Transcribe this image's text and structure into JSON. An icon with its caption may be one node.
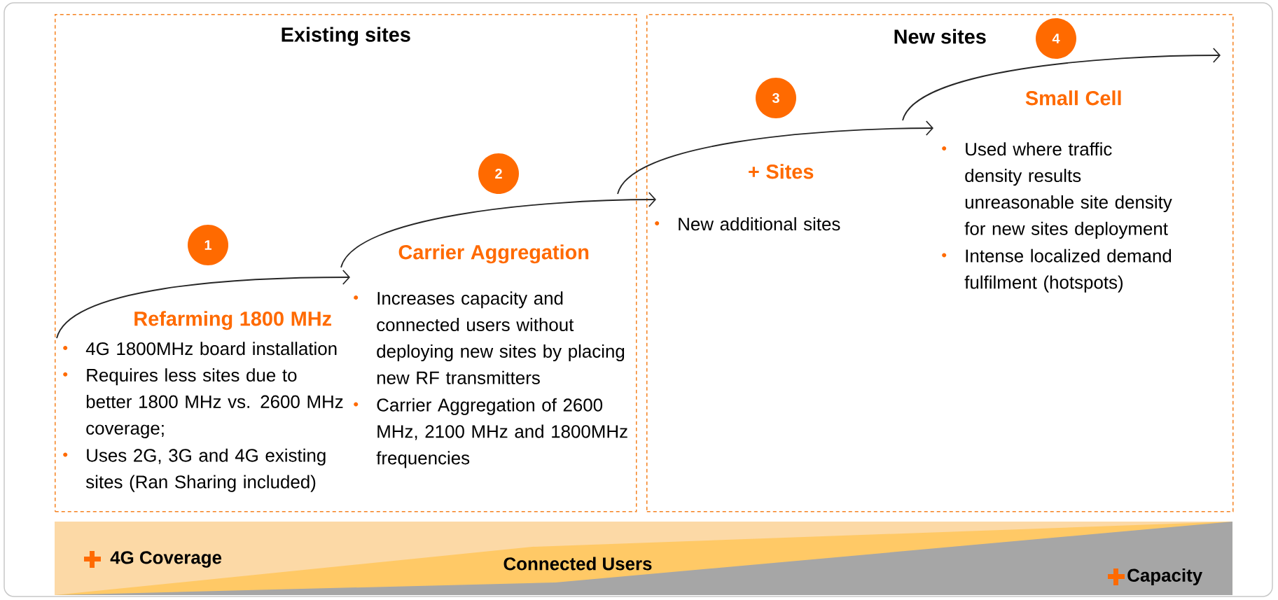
{
  "diagram": {
    "nodes": [
      {
        "text": [
          "Existing sites"
        ]
      },
      {
        "text": [
          "New sites"
        ]
      },
      {
        "text": [
          "1"
        ],
        "in": 0
      },
      {
        "text": [
          "Refarming 1800 MHz",
          "4G 1800MHz board installation",
          "Requires less sites due to better 1800 MHz vs. 2600 MHz coverage;",
          "Uses 2G, 3G and 4G existing sites (Ran Sharing included)"
        ],
        "in": 0
      },
      {
        "text": [
          "2"
        ],
        "in": 0
      },
      {
        "text": [
          "Carrier Aggregation",
          "Increases capacity and connected users without deploying new sites by placing new RF transmitters",
          "Carrier Aggregation of  2600 MHz, 2100 MHz and 1800MHz frequencies"
        ],
        "in": 0
      },
      {
        "text": [
          "3"
        ],
        "in": 1
      },
      {
        "text": [
          "+ Sites",
          "New additional sites"
        ],
        "in": 1
      },
      {
        "text": [
          "4"
        ],
        "in": 1
      },
      {
        "text": [
          "Small Cell",
          "Used where traffic density results unreasonable site density for new sites deployment",
          "Intense localized demand fulfilment (hotspots)"
        ],
        "in": 1
      }
    ],
    "edges": [
      {
        "from": 3,
        "to": 5,
        "arrow": "to"
      },
      {
        "from": 5,
        "to": 7,
        "arrow": "to"
      },
      {
        "from": 7,
        "to": 9,
        "arrow": "to"
      },
      {
        "from": 9,
        "to": null,
        "arrow": "to"
      }
    ],
    "labels": [
      "4G Coverage",
      "Connected Users",
      "Capacity"
    ]
  }
}
